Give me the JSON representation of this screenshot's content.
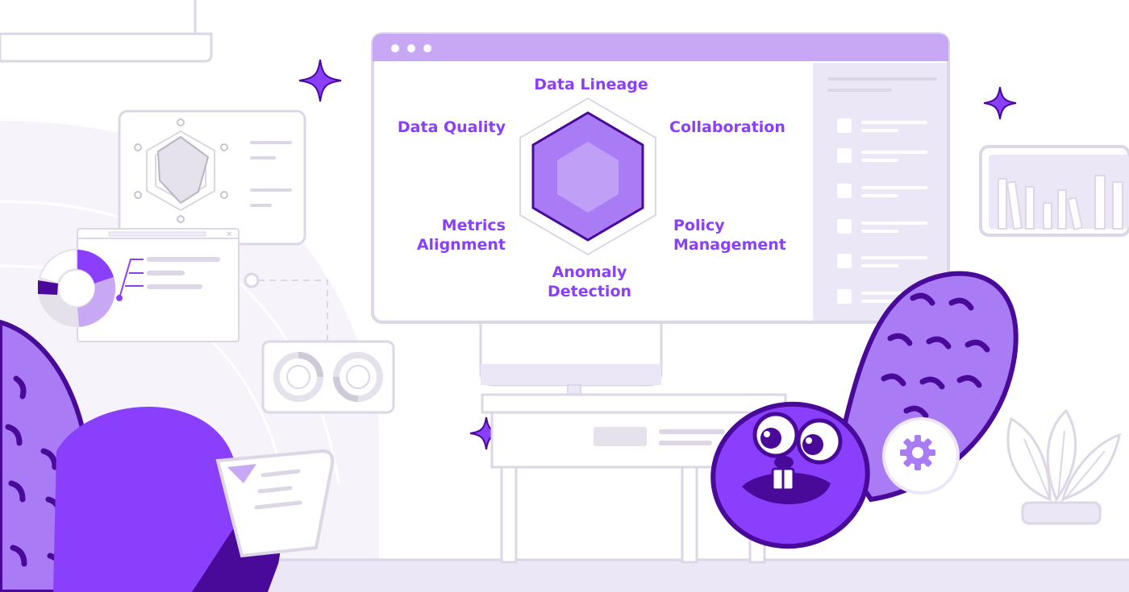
{
  "colors": {
    "brand_purple": "#8a3ffc",
    "deep_purple": "#4a0a99",
    "light_purple": "#c8a8f5",
    "pale_lavender": "#ece7f6",
    "line_gray": "#dcd6e6"
  },
  "radar": {
    "labels": {
      "top": "Data Lineage",
      "top_left": "Data Quality",
      "top_right": "Collaboration",
      "bottom_left_1": "Metrics",
      "bottom_left_2": "Alignment",
      "bottom_right_1": "Policy",
      "bottom_right_2": "Management",
      "bottom_1": "Anomaly",
      "bottom_2": "Detection"
    }
  },
  "icons": [
    "sparkle-icon",
    "gear-icon",
    "window-dots-icon",
    "checkbox-icon",
    "plant-icon",
    "donut-chart-icon"
  ]
}
